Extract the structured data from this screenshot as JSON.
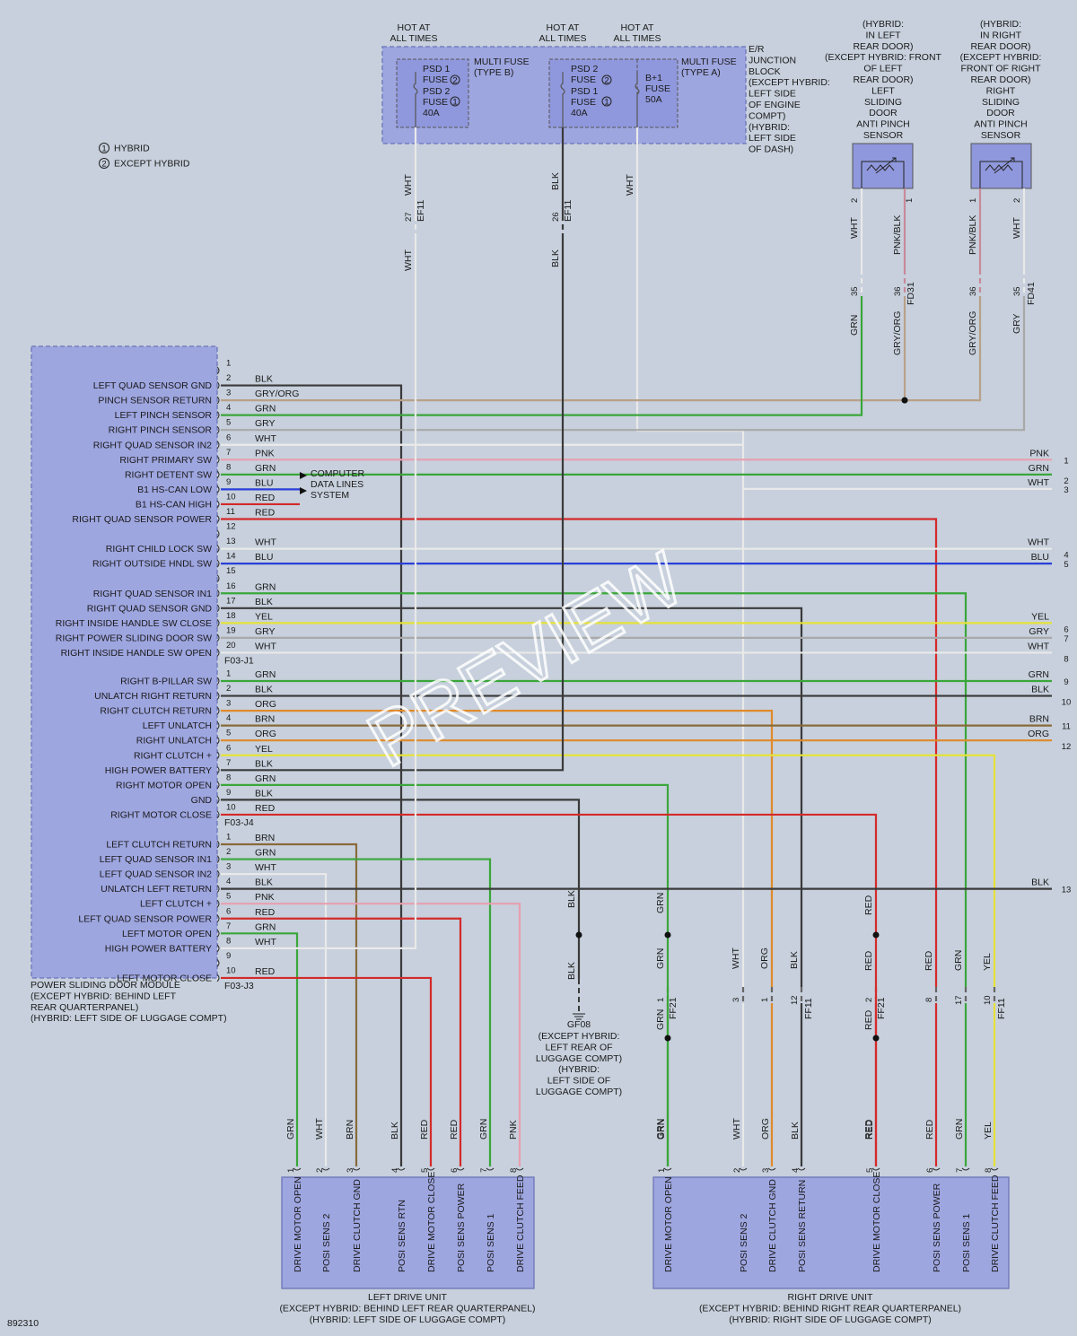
{
  "legend": {
    "hybrid_num": "1",
    "hybrid_label": "HYBRID",
    "except_num": "2",
    "except_label": "EXCEPT HYBRID"
  },
  "hot": {
    "label_a": "HOT AT",
    "label_b": "ALL TIMES"
  },
  "fuse_b": {
    "title_a": "MULTI FUSE",
    "title_b": "(TYPE B)",
    "lines": [
      "PSD 1",
      "FUSE",
      "PSD 2",
      "FUSE",
      "40A"
    ],
    "n2": "2",
    "n1": "1"
  },
  "fuse_a": {
    "title_a": "MULTI FUSE",
    "title_b": "(TYPE A)",
    "lines": [
      "PSD 2",
      "FUSE",
      "PSD 1",
      "FUSE",
      "40A"
    ],
    "n2": "2",
    "n1": "1",
    "b_lines": [
      "B+1",
      "FUSE",
      "50A"
    ]
  },
  "junction_block": [
    "E/R",
    "JUNCTION",
    "BLOCK",
    "(EXCEPT HYBRID:",
    "LEFT SIDE",
    "OF ENGINE",
    "COMPT)",
    "(HYBRID:",
    "LEFT SIDE",
    "OF DASH)"
  ],
  "left_sensor": [
    "(HYBRID:",
    "IN LEFT",
    "REAR DOOR)",
    "(EXCEPT HYBRID: FRONT",
    "OF LEFT",
    "REAR DOOR)",
    "LEFT",
    "SLIDING",
    "DOOR",
    "ANTI PINCH",
    "SENSOR"
  ],
  "right_sensor": [
    "(HYBRID:",
    "IN RIGHT",
    "REAR DOOR)",
    "(EXCEPT HYBRID:",
    "FRONT OF RIGHT",
    "REAR DOOR)",
    "RIGHT",
    "SLIDING",
    "DOOR",
    "ANTI PINCH",
    "SENSOR"
  ],
  "top_wires": {
    "w1": "WHT",
    "c1": "27",
    "conn1": "EF11",
    "w1b": "WHT",
    "w2": "BLK",
    "c2": "26",
    "conn2": "EF11",
    "w2b": "BLK",
    "w3": "WHT"
  },
  "sensor_wires": {
    "l_pin2": "2",
    "l_pin1": "1",
    "l_w1": "WHT",
    "l_w2": "PNK/BLK",
    "l_c1": "35",
    "l_c2": "36",
    "l_conn": "FD31",
    "l_w1b": "GRN",
    "l_w2b": "GRY/ORG",
    "r_pin1": "1",
    "r_pin2": "2",
    "r_w1": "PNK/BLK",
    "r_w2": "WHT",
    "r_c1": "36",
    "r_c2": "35",
    "r_conn": "FD41",
    "r_w1b": "GRY/ORG",
    "r_w2b": "GRY"
  },
  "module": {
    "label": [
      "POWER SLIDING DOOR MODULE",
      "(EXCEPT HYBRID: BEHIND LEFT",
      "REAR QUARTERPANEL)",
      "(HYBRID: LEFT SIDE OF LUGGAGE COMPT)"
    ],
    "j1": [
      {
        "pin": "1",
        "name": "",
        "wire": ""
      },
      {
        "pin": "2",
        "name": "LEFT QUAD SENSOR GND",
        "wire": "BLK"
      },
      {
        "pin": "3",
        "name": "PINCH SENSOR RETURN",
        "wire": "GRY/ORG"
      },
      {
        "pin": "4",
        "name": "LEFT PINCH SENSOR",
        "wire": "GRN"
      },
      {
        "pin": "5",
        "name": "RIGHT PINCH SENSOR",
        "wire": "GRY"
      },
      {
        "pin": "6",
        "name": "RIGHT QUAD SENSOR IN2",
        "wire": "WHT"
      },
      {
        "pin": "7",
        "name": "RIGHT PRIMARY SW",
        "wire": "PNK"
      },
      {
        "pin": "8",
        "name": "RIGHT DETENT SW",
        "wire": "GRN"
      },
      {
        "pin": "9",
        "name": "B1 HS-CAN LOW",
        "wire": "BLU"
      },
      {
        "pin": "10",
        "name": "B1 HS-CAN HIGH",
        "wire": "RED"
      },
      {
        "pin": "11",
        "name": "RIGHT QUAD SENSOR POWER",
        "wire": "RED"
      },
      {
        "pin": "12",
        "name": "",
        "wire": ""
      },
      {
        "pin": "13",
        "name": "RIGHT CHILD LOCK SW",
        "wire": "WHT"
      },
      {
        "pin": "14",
        "name": "RIGHT OUTSIDE HNDL SW",
        "wire": "BLU"
      },
      {
        "pin": "15",
        "name": "",
        "wire": ""
      },
      {
        "pin": "16",
        "name": "RIGHT QUAD SENSOR IN1",
        "wire": "GRN"
      },
      {
        "pin": "17",
        "name": "RIGHT QUAD SENSOR GND",
        "wire": "BLK"
      },
      {
        "pin": "18",
        "name": "RIGHT INSIDE HANDLE SW CLOSE",
        "wire": "YEL"
      },
      {
        "pin": "19",
        "name": "RIGHT POWER SLIDING DOOR SW",
        "wire": "GRY"
      },
      {
        "pin": "20",
        "name": "RIGHT INSIDE HANDLE SW OPEN",
        "wire": "WHT"
      }
    ],
    "j1_conn": "F03-J1",
    "j4": [
      {
        "pin": "1",
        "name": "RIGHT B-PILLAR SW",
        "wire": "GRN"
      },
      {
        "pin": "2",
        "name": "UNLATCH RIGHT RETURN",
        "wire": "BLK"
      },
      {
        "pin": "3",
        "name": "RIGHT CLUTCH RETURN",
        "wire": "ORG"
      },
      {
        "pin": "4",
        "name": "LEFT UNLATCH",
        "wire": "BRN"
      },
      {
        "pin": "5",
        "name": "RIGHT UNLATCH",
        "wire": "ORG"
      },
      {
        "pin": "6",
        "name": "RIGHT CLUTCH +",
        "wire": "YEL"
      },
      {
        "pin": "7",
        "name": "HIGH POWER BATTERY",
        "wire": "BLK"
      },
      {
        "pin": "8",
        "name": "RIGHT MOTOR OPEN",
        "wire": "GRN"
      },
      {
        "pin": "9",
        "name": "GND",
        "wire": "BLK"
      },
      {
        "pin": "10",
        "name": "RIGHT MOTOR CLOSE",
        "wire": "RED"
      }
    ],
    "j4_conn": "F03-J4",
    "j3": [
      {
        "pin": "1",
        "name": "LEFT CLUTCH RETURN",
        "wire": "BRN"
      },
      {
        "pin": "2",
        "name": "LEFT QUAD SENSOR IN1",
        "wire": "GRN"
      },
      {
        "pin": "3",
        "name": "LEFT QUAD SENSOR IN2",
        "wire": "WHT"
      },
      {
        "pin": "4",
        "name": "UNLATCH LEFT RETURN",
        "wire": "BLK"
      },
      {
        "pin": "5",
        "name": "LEFT CLUTCH +",
        "wire": "PNK"
      },
      {
        "pin": "6",
        "name": "LEFT QUAD SENSOR POWER",
        "wire": "RED"
      },
      {
        "pin": "7",
        "name": "LEFT MOTOR OPEN",
        "wire": "GRN"
      },
      {
        "pin": "8",
        "name": "HIGH POWER BATTERY",
        "wire": "WHT"
      },
      {
        "pin": "9",
        "name": "",
        "wire": ""
      },
      {
        "pin": "10",
        "name": "LEFT MOTOR CLOSE",
        "wire": "RED"
      }
    ],
    "j3_conn": "F03-J3"
  },
  "computer": [
    "COMPUTER",
    "DATA LINES",
    "SYSTEM"
  ],
  "right_outputs": [
    {
      "wire": "PNK",
      "num": "1"
    },
    {
      "wire": "GRN",
      "num": "2"
    },
    {
      "wire": "WHT",
      "num": "3"
    },
    {
      "wire": "WHT",
      "num": "4"
    },
    {
      "wire": "BLU",
      "num": "5"
    },
    {
      "wire": "YEL",
      "num": "6"
    },
    {
      "wire": "GRY",
      "num": "7"
    },
    {
      "wire": "WHT",
      "num": "8"
    },
    {
      "wire": "GRN",
      "num": "9"
    },
    {
      "wire": "BLK",
      "num": "10"
    },
    {
      "wire": "BRN",
      "num": "11"
    },
    {
      "wire": "ORG",
      "num": "12"
    },
    {
      "wire": "BLK",
      "num": "13"
    }
  ],
  "ground": {
    "w1": "BLK",
    "w2": "BLK",
    "name": "GF08",
    "desc": [
      "(EXCEPT HYBRID:",
      "LEFT REAR OF",
      "LUGGAGE COMPT)",
      "(HYBRID:",
      "LEFT SIDE OF",
      "LUGGAGE COMPT)"
    ]
  },
  "ff": {
    "grn_a": "GRN",
    "grn_b": "GRN",
    "grn_c": "GRN",
    "grn_d": "GRN",
    "ff21a_pin": "1",
    "ff21a": "FF21",
    "wht": "WHT",
    "org": "ORG",
    "blk": "BLK",
    "p3": "3",
    "p1": "1",
    "p12": "12",
    "ff11a": "FF11",
    "red_a": "RED",
    "red_b": "RED",
    "red_c": "RED",
    "red_d": "RED",
    "ff21b_pin": "2",
    "ff21b": "FF21",
    "red": "RED",
    "grn": "GRN",
    "yel": "YEL",
    "p8": "8",
    "p17": "17",
    "p10": "10",
    "ff11b": "FF11"
  },
  "left_drive": {
    "label": [
      "LEFT DRIVE UNIT",
      "(EXCEPT HYBRID: BEHIND LEFT REAR QUARTERPANEL)",
      "(HYBRID: LEFT SIDE OF LUGGAGE COMPT)"
    ],
    "pins": [
      {
        "pin": "1",
        "wire": "GRN",
        "name": "DRIVE MOTOR OPEN"
      },
      {
        "pin": "2",
        "wire": "WHT",
        "name": "POSI SENS 2"
      },
      {
        "pin": "3",
        "wire": "BRN",
        "name": "DRIVE CLUTCH GND"
      },
      {
        "pin": "4",
        "wire": "BLK",
        "name": "POSI SENS RTN"
      },
      {
        "pin": "5",
        "wire": "RED",
        "name": "DRIVE MOTOR CLOSE"
      },
      {
        "pin": "6",
        "wire": "RED",
        "name": "POSI SENS POWER"
      },
      {
        "pin": "7",
        "wire": "GRN",
        "name": "POSI SENS 1"
      },
      {
        "pin": "8",
        "wire": "PNK",
        "name": "DRIVE CLUTCH FEED"
      }
    ]
  },
  "right_drive": {
    "label": [
      "RIGHT DRIVE UNIT",
      "(EXCEPT HYBRID: BEHIND RIGHT REAR QUARTERPANEL)",
      "(HYBRID: RIGHT SIDE OF LUGGAGE COMPT)"
    ],
    "pins": [
      {
        "pin": "1",
        "wire": "GRN",
        "name": "DRIVE MOTOR OPEN"
      },
      {
        "pin": "2",
        "wire": "WHT",
        "name": "POSI SENS 2"
      },
      {
        "pin": "3",
        "wire": "ORG",
        "name": "DRIVE CLUTCH GND"
      },
      {
        "pin": "4",
        "wire": "BLK",
        "name": "POSI SENS RETURN"
      },
      {
        "pin": "5",
        "wire": "RED",
        "name": "DRIVE MOTOR CLOSE"
      },
      {
        "pin": "6",
        "wire": "RED",
        "name": "POSI SENS POWER"
      },
      {
        "pin": "7",
        "wire": "GRN",
        "name": "POSI SENS 1"
      },
      {
        "pin": "8",
        "wire": "YEL",
        "name": "DRIVE CLUTCH FEED"
      }
    ]
  },
  "diagram_id": "892310",
  "watermark": "PREVIEW",
  "wire_colors": {
    "BLK": "#3a3a3a",
    "GRN": "#3aa63a",
    "RED": "#d42a2a",
    "WHT": "#e9e9e9",
    "GRY": "#a9a9a9",
    "BLU": "#2a3fd8",
    "YEL": "#e6e23a",
    "ORG": "#e08a2a",
    "BRN": "#8a6a3a",
    "PNK": "#e8a0b0",
    "GRY/ORG": "#b9a089",
    "PNK/BLK": "#c98a9a"
  }
}
